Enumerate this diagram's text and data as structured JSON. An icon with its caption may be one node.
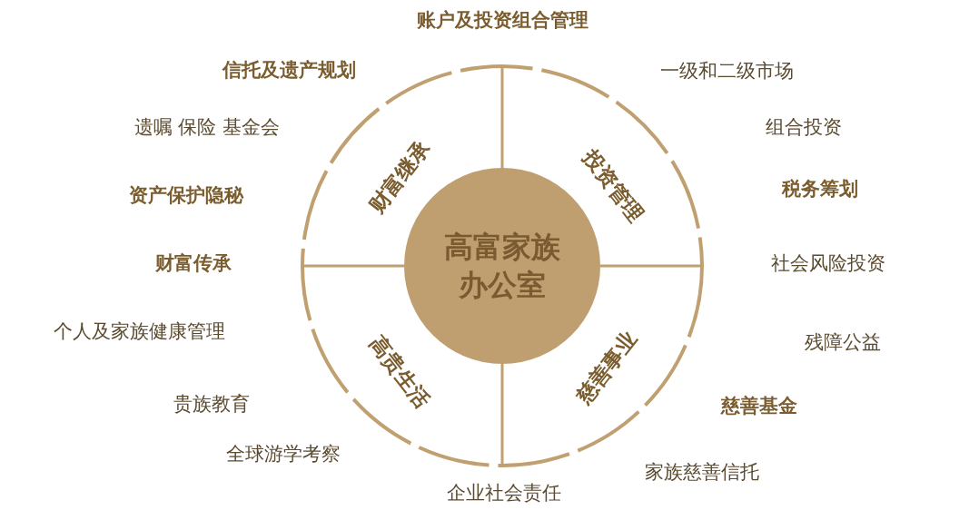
{
  "diagram": {
    "nodes": [
      {
        "text": [
          "高富家族办公室"
        ]
      }
    ],
    "edges": [],
    "labels": [
      "账户及投资组合管理",
      "信托及遗产规划",
      "一级和二级市场",
      "遗嘱 保险 基金会",
      "组合投资",
      "财富继承",
      "投资管理",
      "资产保护隐秘",
      "税务筹划",
      "财富传承",
      "社会风险投资",
      "个人及家族健康管理",
      "残障公益",
      "高贵生活",
      "慈善事业",
      "贵族教育",
      "慈善基金",
      "全球游学考察",
      "家族慈善信托",
      "企业社会责任"
    ]
  }
}
